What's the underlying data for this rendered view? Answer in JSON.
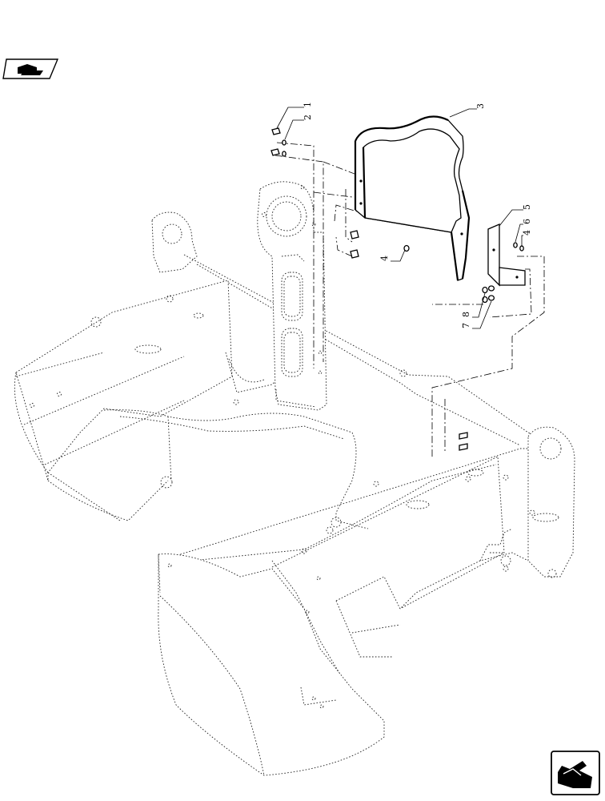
{
  "page": {
    "background": "#ffffff",
    "line_color": "#000000"
  },
  "icons": {
    "top_left": "manual-reference-icon",
    "bottom_right": "next-page-arrow-icon"
  },
  "callouts": [
    "1",
    "2",
    "3",
    "4",
    "5",
    "6",
    "4",
    "8",
    "7"
  ]
}
